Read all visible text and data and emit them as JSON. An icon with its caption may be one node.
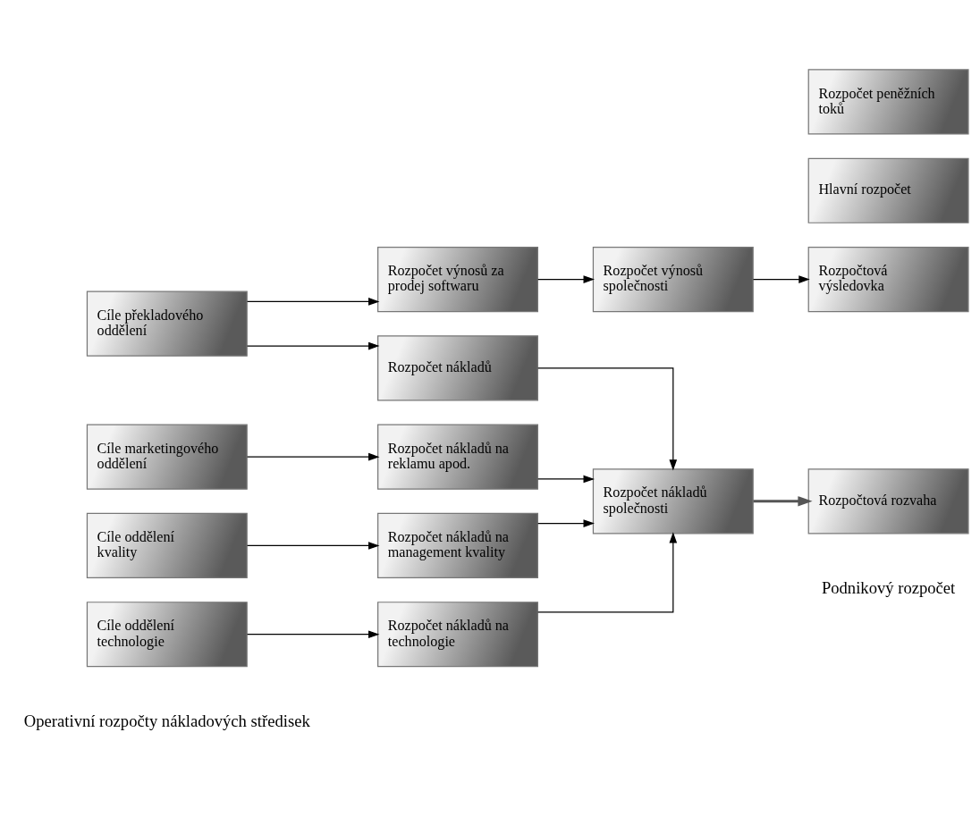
{
  "diagram": {
    "nodes": [
      {
        "text": [
          "Cíle překladového oddělení"
        ]
      },
      {
        "text": [
          "Rozpočet nákladů"
        ]
      },
      {
        "text": [
          "Rozpočet výnosů za prodej softwaru"
        ]
      },
      {
        "text": [
          "Cíle marketingového oddělení"
        ]
      },
      {
        "text": [
          "Rozpočet nákladů na reklamu apod."
        ]
      },
      {
        "text": [
          "Cíle oddělení kvality"
        ]
      },
      {
        "text": [
          "Rozpočet nákladů na management kvality"
        ]
      },
      {
        "text": [
          "Cíle oddělení technologie"
        ]
      },
      {
        "text": [
          "Rozpočet nákladů na technologie"
        ]
      },
      {
        "text": [
          "Rozpočet nákladů společnosti"
        ]
      },
      {
        "text": [
          "Rozpočet výnosů společnosti"
        ]
      },
      {
        "text": [
          "Hlavní rozpočet"
        ]
      },
      {
        "text": [
          "Rozpočtová rozvaha"
        ]
      },
      {
        "text": [
          "Rozpočtová výsledovka"
        ]
      },
      {
        "text": [
          "Rozpočet peněžních toků"
        ]
      }
    ],
    "edges": [
      {
        "from": 0,
        "to": 1,
        "arrow": "to"
      },
      {
        "from": 0,
        "to": 2,
        "arrow": "to"
      },
      {
        "from": 3,
        "to": 4,
        "arrow": "to"
      },
      {
        "from": 5,
        "to": 6,
        "arrow": "to"
      },
      {
        "from": 7,
        "to": 8,
        "arrow": "to"
      },
      {
        "from": 1,
        "to": 9,
        "arrow": "to"
      },
      {
        "from": 4,
        "to": 9,
        "arrow": "to"
      },
      {
        "from": 6,
        "to": 9,
        "arrow": "to"
      },
      {
        "from": 8,
        "to": 9,
        "arrow": "to"
      },
      {
        "from": 2,
        "to": 10,
        "arrow": "to"
      },
      {
        "from": 9,
        "to": 12,
        "arrow": "to",
        "style": "thick",
        "color": "#555555"
      },
      {
        "from": 10,
        "to": 13,
        "arrow": "to"
      }
    ],
    "labels": [
      "Operativní rozpočty nákladových středisek",
      "Podnikový rozpočet"
    ]
  }
}
